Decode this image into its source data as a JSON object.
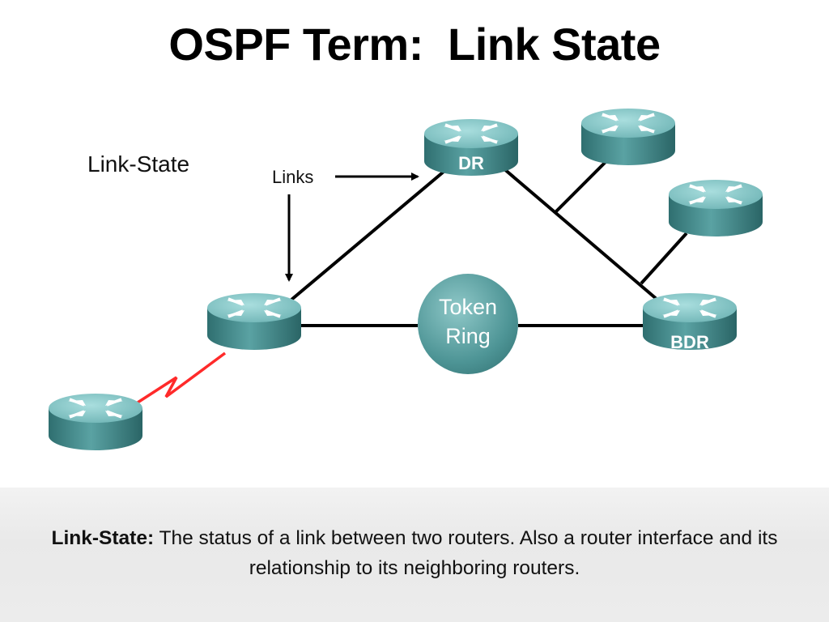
{
  "title": "OSPF Term:  Link State",
  "diagram": {
    "heading": "Link-State",
    "links_callout": "Links",
    "token_ring": [
      "Token",
      "Ring"
    ],
    "dr_label": "DR",
    "bdr_label": "BDR",
    "colors": {
      "router_body": "#3f8b8c",
      "router_top": "#7fc3c3",
      "link": "#000000",
      "serial_link": "#ff2020"
    }
  },
  "definition": {
    "term": "Link-State:",
    "text": " The status of a link between two routers. Also a router interface and its relationship to its neighboring routers."
  }
}
